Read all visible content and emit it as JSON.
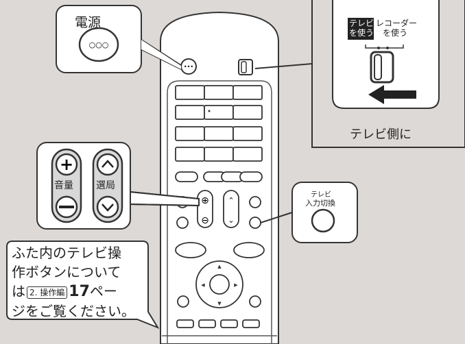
{
  "callouts": {
    "power": {
      "label": "電源"
    },
    "switch_panel": {
      "tv_label_line1": "テレビ",
      "tv_label_line2": "を使う",
      "recorder_label_line1": "レコーダー",
      "recorder_label_line2": "を使う",
      "caption": "テレビ側に"
    },
    "volume_channel": {
      "volume_label": "音量",
      "channel_label": "選局"
    },
    "input": {
      "label_line1": "テレビ",
      "label_line2": "入力切換"
    }
  },
  "note": {
    "line1": "ふた内のテレビ操",
    "line2": "作ボタンについて",
    "line3_prefix": "は",
    "ref_badge": "2. 操作編",
    "page_number": "17",
    "line3_suffix": "ペー",
    "line4": "ジをご覧ください。"
  },
  "colors": {
    "background": "#ddd9d6",
    "remote_body": "#ffffff",
    "outline": "#333333",
    "callout_fill": "#ffffff",
    "tv_badge": "#222222",
    "arrow": "#222222",
    "highlight_gray": "#c8c8c8"
  }
}
